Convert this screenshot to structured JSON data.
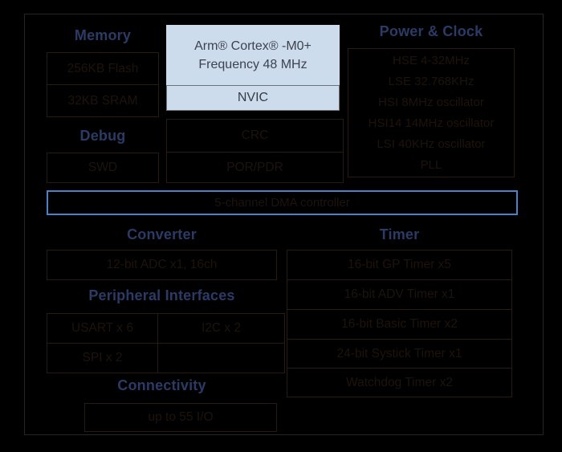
{
  "colors": {
    "background": "#000000",
    "heading_navy": "#2b3b66",
    "faint_text": "#1e130c",
    "faint_line": "#2a1b11",
    "bus_border": "#4d80c4",
    "cpu_fill": "#cddcec",
    "cpu_text": "#3d424e"
  },
  "cpu": {
    "line1": "Arm® Cortex® -M0+",
    "line2": "Frequency 48 MHz",
    "nvic": "NVIC"
  },
  "sections": {
    "memory": {
      "title": "Memory",
      "items": [
        "256KB Flash",
        "32KB SRAM"
      ]
    },
    "debug": {
      "title": "Debug",
      "items": [
        "SWD"
      ]
    },
    "system": {
      "items": [
        "CRC",
        "POR/PDR"
      ]
    },
    "power_clock": {
      "title": "Power & Clock",
      "items": [
        "HSE 4-32MHz",
        "LSE 32.768KHz",
        "HSI 8MHz oscillator",
        "HSI14 14MHz oscillator",
        "LSI 40KHz oscillator",
        "PLL"
      ]
    },
    "bus": {
      "label": "5-channel DMA controller"
    },
    "converter": {
      "title": "Converter",
      "items": [
        "12-bit ADC x1, 16ch"
      ]
    },
    "timer": {
      "title": "Timer",
      "items": [
        "16-bit GP Timer x5",
        "16-bit ADV Timer x1",
        "16-bit Basic Timer x2",
        "24-bit Systick Timer x1",
        "Watchdog Timer x2"
      ]
    },
    "peripheral": {
      "title": "Peripheral Interfaces",
      "items": [
        "USART x 6",
        "I2C x 2",
        "SPI x 2"
      ]
    },
    "connectivity": {
      "title": "Connectivity",
      "items": [
        "up to 55 I/O"
      ]
    }
  }
}
